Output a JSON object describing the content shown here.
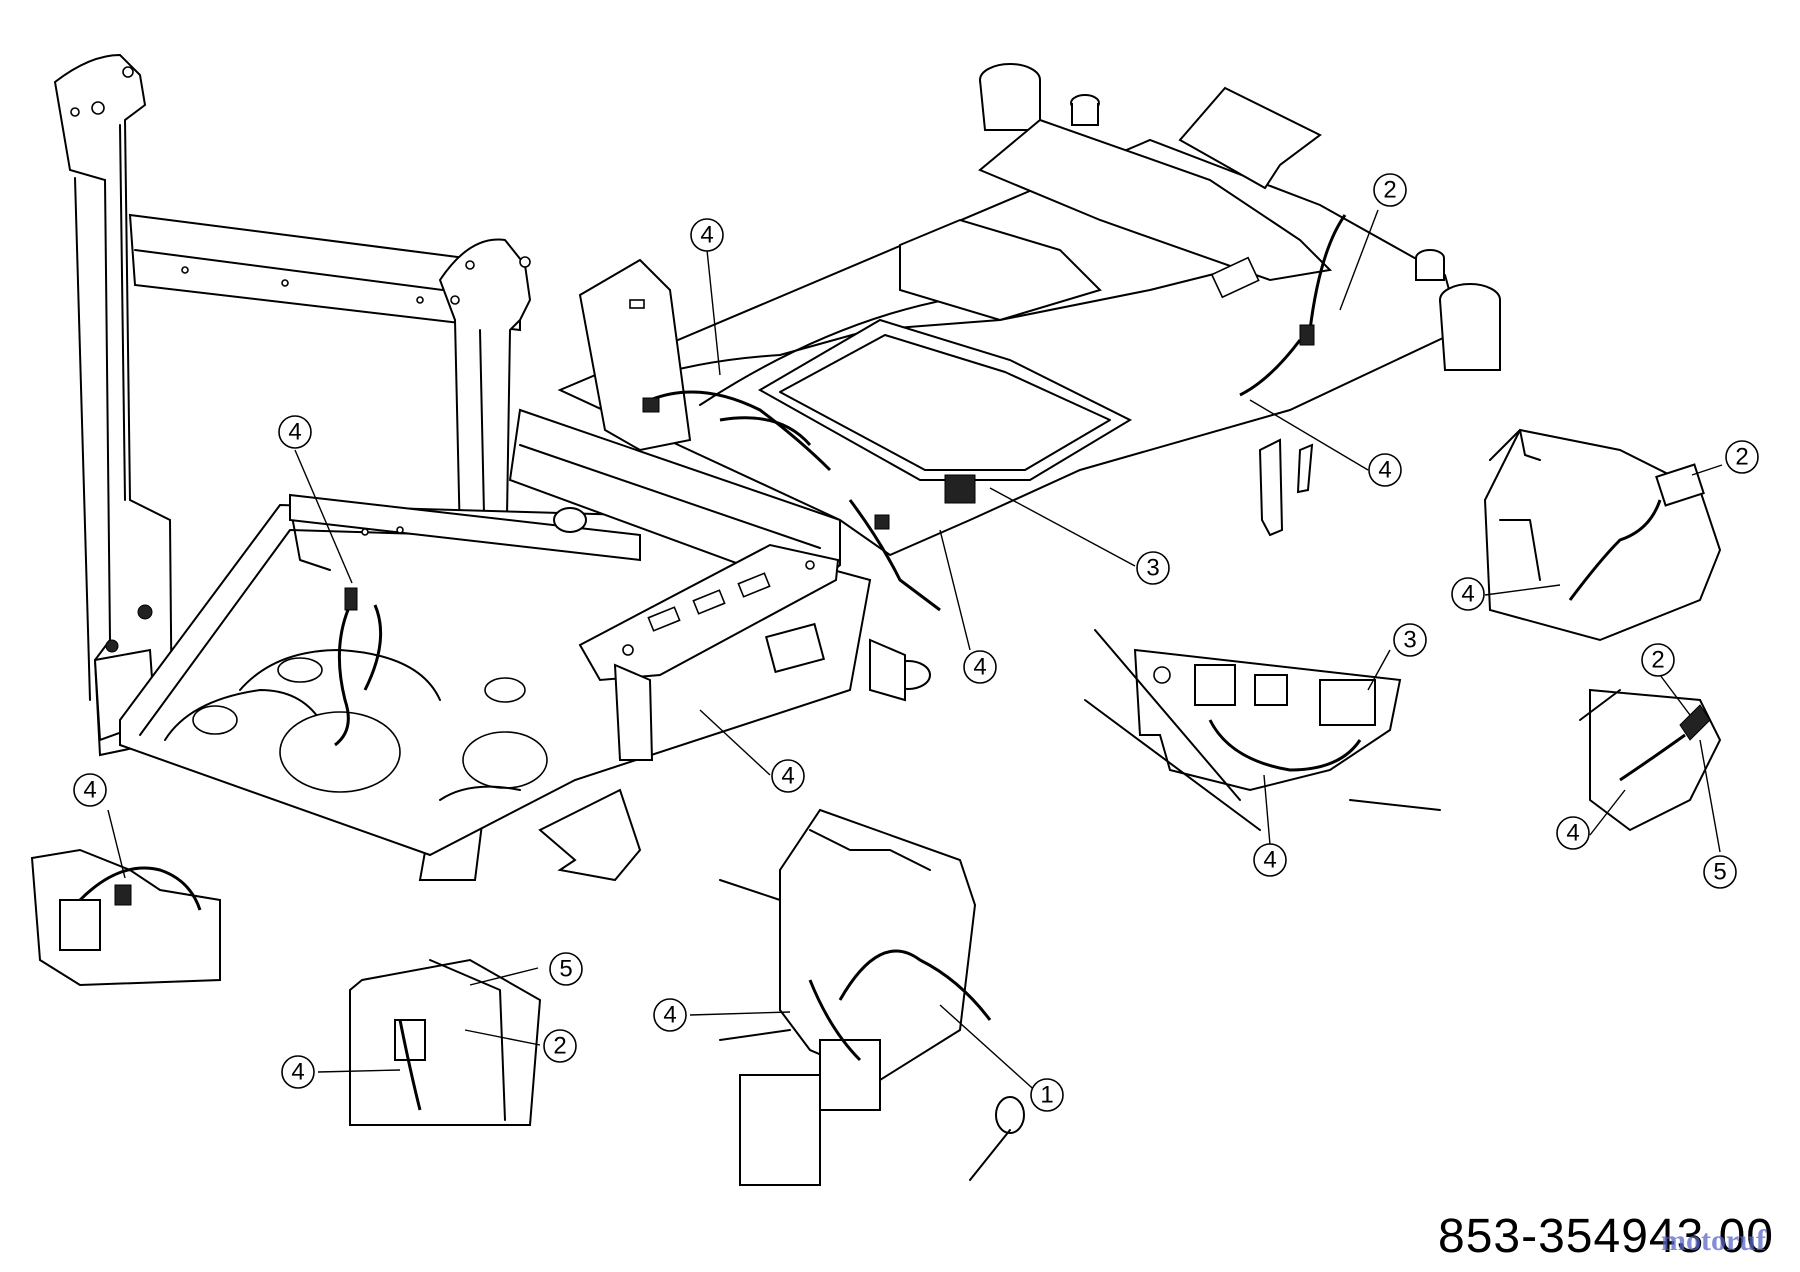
{
  "diagram": {
    "part_number": "853-354943 00",
    "watermark": "motoruf",
    "callouts": [
      {
        "id": "c1",
        "label": "4"
      },
      {
        "id": "c2",
        "label": "2"
      },
      {
        "id": "c3",
        "label": "4"
      },
      {
        "id": "c4",
        "label": "4"
      },
      {
        "id": "c5",
        "label": "3"
      },
      {
        "id": "c6",
        "label": "4"
      },
      {
        "id": "c7",
        "label": "4"
      },
      {
        "id": "c8",
        "label": "2"
      },
      {
        "id": "c9",
        "label": "4"
      },
      {
        "id": "c10",
        "label": "3"
      },
      {
        "id": "c11",
        "label": "4"
      },
      {
        "id": "c12",
        "label": "2"
      },
      {
        "id": "c13",
        "label": "4"
      },
      {
        "id": "c14",
        "label": "5"
      },
      {
        "id": "c15",
        "label": "4"
      },
      {
        "id": "c16",
        "label": "5"
      },
      {
        "id": "c17",
        "label": "2"
      },
      {
        "id": "c18",
        "label": "4"
      },
      {
        "id": "c19",
        "label": "4"
      },
      {
        "id": "c20",
        "label": "1"
      }
    ]
  }
}
